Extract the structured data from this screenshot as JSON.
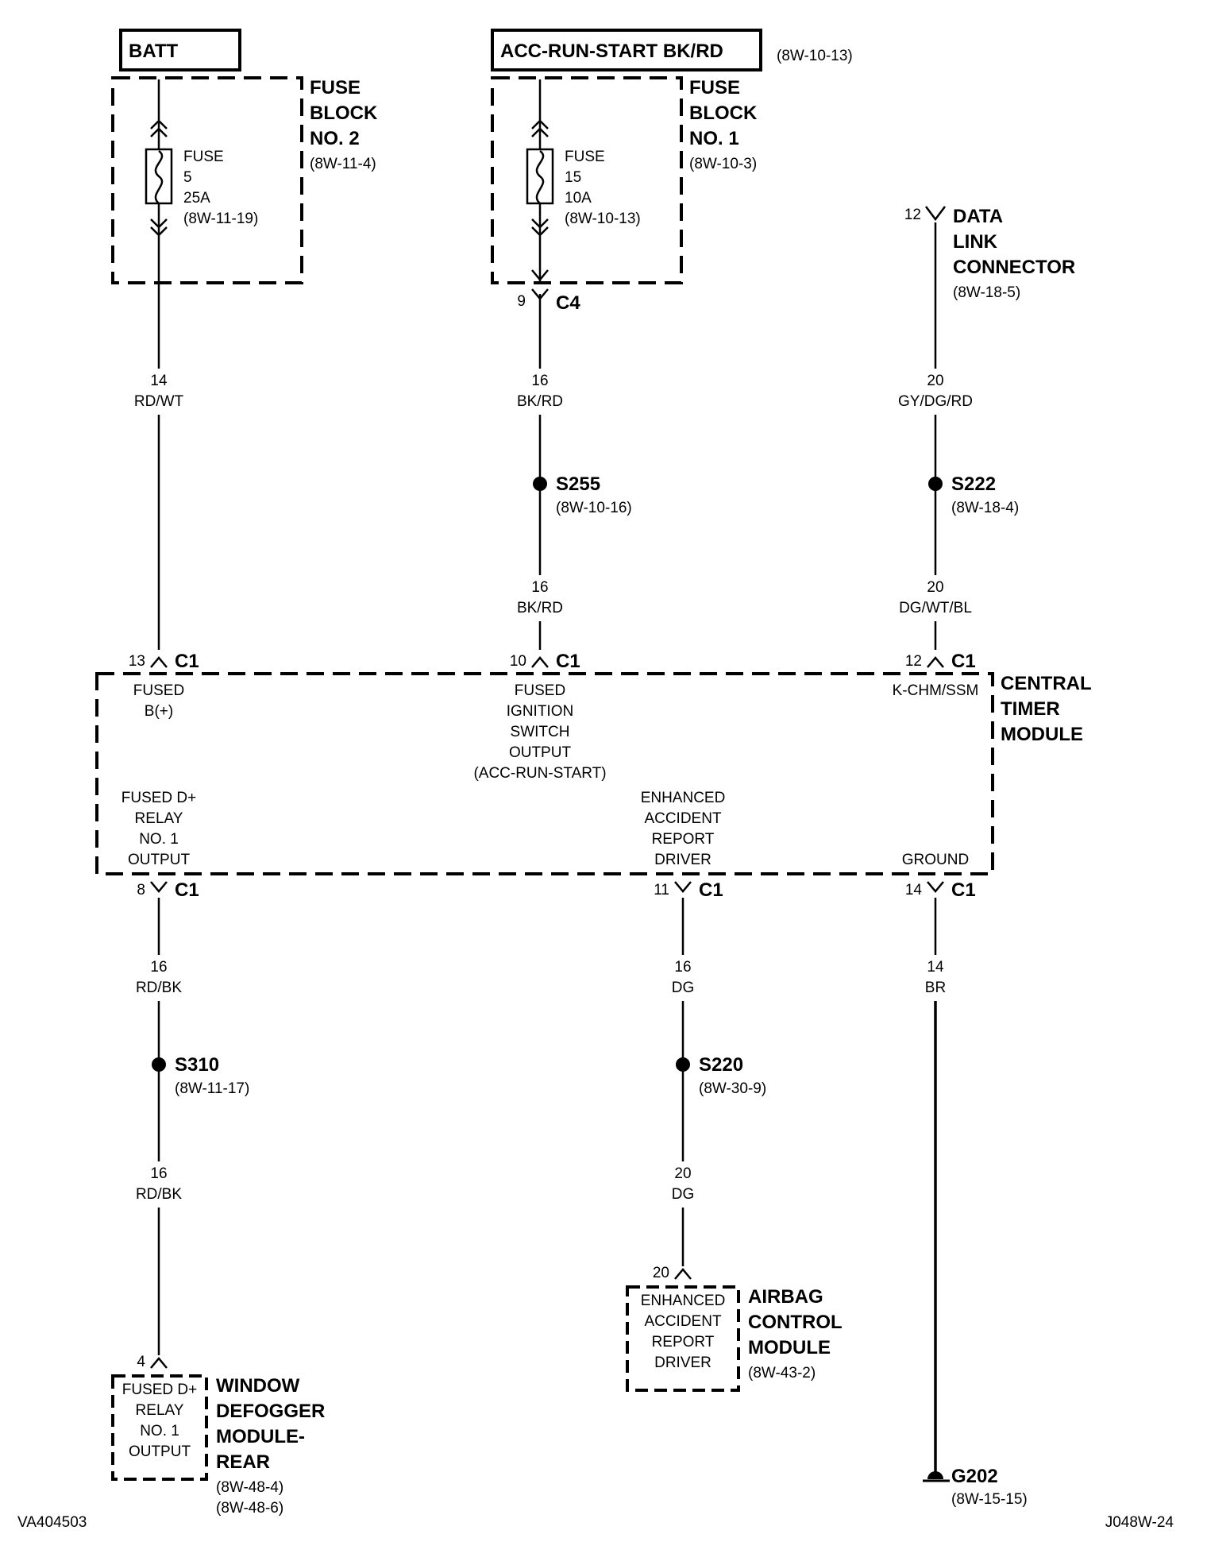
{
  "power_sources": {
    "batt": "BATT",
    "acc": "ACC-RUN-START BK/RD",
    "acc_ref": "(8W-10-13)"
  },
  "fuse_block_2": {
    "title": [
      "FUSE",
      "BLOCK",
      "NO. 2"
    ],
    "ref": "(8W-11-4)",
    "fuse": [
      "FUSE",
      "5",
      "25A",
      "(8W-11-19)"
    ]
  },
  "fuse_block_1": {
    "title": [
      "FUSE",
      "BLOCK",
      "NO. 1"
    ],
    "ref": "(8W-10-3)",
    "fuse": [
      "FUSE",
      "15",
      "10A",
      "(8W-10-13)"
    ]
  },
  "dlc": {
    "pin": "12",
    "title": [
      "DATA",
      "LINK",
      "CONNECTOR"
    ],
    "ref": "(8W-18-5)"
  },
  "c4": {
    "pin": "9",
    "name": "C4"
  },
  "wires": {
    "batt_out": [
      "14",
      "RD/WT"
    ],
    "acc_a": [
      "16",
      "BK/RD"
    ],
    "acc_b": [
      "16",
      "BK/RD"
    ],
    "dlc_a": [
      "20",
      "GY/DG/RD"
    ],
    "dlc_b": [
      "20",
      "DG/WT/BL"
    ],
    "defog_a": [
      "16",
      "RD/BK"
    ],
    "defog_b": [
      "16",
      "RD/BK"
    ],
    "air_a": [
      "16",
      "DG"
    ],
    "air_b": [
      "20",
      "DG"
    ],
    "gnd": [
      "14",
      "BR"
    ]
  },
  "splices": {
    "s255": {
      "name": "S255",
      "ref": "(8W-10-16)"
    },
    "s222": {
      "name": "S222",
      "ref": "(8W-18-4)"
    },
    "s310": {
      "name": "S310",
      "ref": "(8W-11-17)"
    },
    "s220": {
      "name": "S220",
      "ref": "(8W-30-9)"
    }
  },
  "ctm": {
    "title": [
      "CENTRAL",
      "TIMER",
      "MODULE"
    ],
    "top_pins": [
      {
        "pin": "13",
        "conn": "C1",
        "label": [
          "FUSED",
          "B(+)"
        ]
      },
      {
        "pin": "10",
        "conn": "C1",
        "label": [
          "FUSED",
          "IGNITION",
          "SWITCH",
          "OUTPUT",
          "(ACC-RUN-START)"
        ]
      },
      {
        "pin": "12",
        "conn": "C1",
        "label": [
          "K-CHM/SSM"
        ]
      }
    ],
    "bottom_pins": [
      {
        "pin": "8",
        "conn": "C1",
        "label": [
          "FUSED D+",
          "RELAY",
          "NO. 1",
          "OUTPUT"
        ]
      },
      {
        "pin": "11",
        "conn": "C1",
        "label": [
          "ENHANCED",
          "ACCIDENT",
          "REPORT",
          "DRIVER"
        ]
      },
      {
        "pin": "14",
        "conn": "C1",
        "label": [
          "GROUND"
        ]
      }
    ]
  },
  "airbag": {
    "pin": "20",
    "inner": [
      "ENHANCED",
      "ACCIDENT",
      "REPORT",
      "DRIVER"
    ],
    "title": [
      "AIRBAG",
      "CONTROL",
      "MODULE"
    ],
    "ref": "(8W-43-2)"
  },
  "defogger": {
    "pin": "4",
    "inner": [
      "FUSED D+",
      "RELAY",
      "NO. 1",
      "OUTPUT"
    ],
    "title": [
      "WINDOW",
      "DEFOGGER",
      "MODULE-",
      "REAR"
    ],
    "refs": [
      "(8W-48-4)",
      "(8W-48-6)"
    ]
  },
  "ground": {
    "name": "G202",
    "ref": "(8W-15-15)"
  },
  "footer": {
    "left": "VA404503",
    "right": "J048W-24"
  }
}
